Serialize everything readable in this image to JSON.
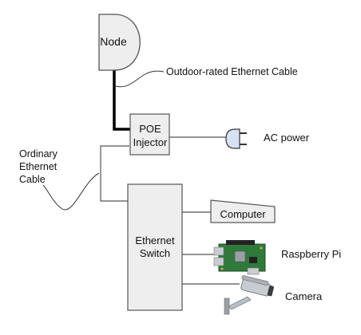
{
  "nodes": {
    "node": "Node",
    "poe_line1": "POE",
    "poe_line2": "Injector",
    "switch_line1": "Ethernet",
    "switch_line2": "Switch",
    "computer": "Computer"
  },
  "labels": {
    "outdoor_cable": "Outdoor-rated Ethernet Cable",
    "ordinary_line1": "Ordinary",
    "ordinary_line2": "Ethernet",
    "ordinary_line3": "Cable",
    "ac_power": "AC power",
    "raspberry_pi": "Raspberry Pi",
    "camera": "Camera"
  },
  "colors": {
    "box_fill": "#eeeeee",
    "box_stroke": "#555555",
    "plug_fill": "#d6e2f4",
    "board_green": "#2f7a3a",
    "camera_gray": "#b8bec5"
  }
}
